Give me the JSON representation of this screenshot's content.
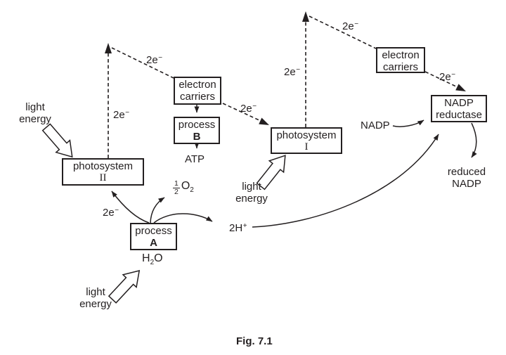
{
  "figure_caption": "Fig. 7.1",
  "colors": {
    "ink": "#231f20",
    "paper": "#ffffff"
  },
  "boxes": {
    "photosystem_2": {
      "line1": "photosystem",
      "line2": "II"
    },
    "electron_carriers_1": {
      "line1": "electron",
      "line2": "carriers"
    },
    "process_b": {
      "line1": "process",
      "line2": "B"
    },
    "process_a": {
      "line1": "process",
      "line2": "A"
    },
    "photosystem_1": {
      "line1": "photosystem",
      "line2": "I"
    },
    "electron_carriers_2": {
      "line1": "electron",
      "line2": "carriers"
    },
    "nadp_reductase": {
      "line1": "NADP",
      "line2": "reductase"
    }
  },
  "labels": {
    "light_energy": {
      "line1": "light",
      "line2": "energy"
    },
    "electrons": {
      "base": "2e",
      "sup": "−"
    },
    "protons": {
      "base": "2H",
      "sup": "+"
    },
    "water": {
      "h": "H",
      "sub": "2",
      "o": "O"
    },
    "oxygen": {
      "numerator": "1",
      "denominator": "2",
      "symbol": "O",
      "sub": "2"
    },
    "atp": "ATP",
    "nadp": "NADP",
    "reduced_nadp": {
      "line1": "reduced",
      "line2": "NADP"
    }
  }
}
